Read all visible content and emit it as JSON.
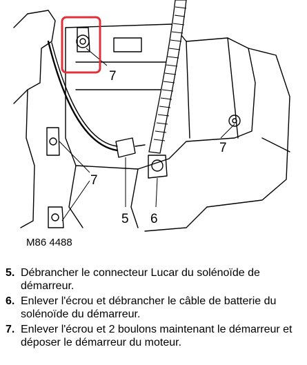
{
  "figure": {
    "callouts": [
      "7",
      "7",
      "7",
      "5",
      "6"
    ],
    "highlight_color": "#e0303a",
    "reference": "M86 4488"
  },
  "steps": [
    {
      "number": "5.",
      "text": "Débrancher le connecteur Lucar du solénoïde de démarreur."
    },
    {
      "number": "6.",
      "text": "Enlever l'écrou et débrancher le câble de batterie du solénoïde du démarreur."
    },
    {
      "number": "7.",
      "text": "Enlever l'écrou et 2 boulons maintenant le démarreur et déposer le démarreur du moteur."
    }
  ]
}
